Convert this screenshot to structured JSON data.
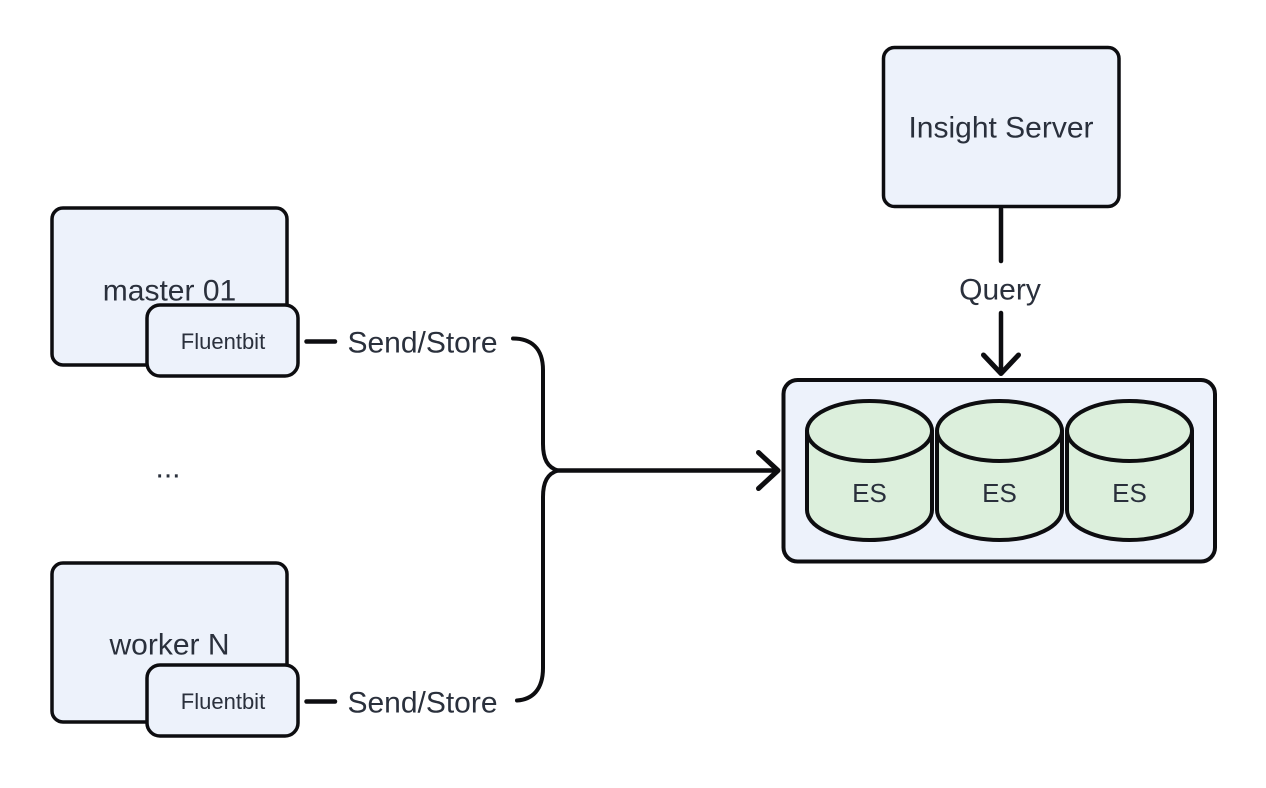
{
  "colors": {
    "node_fill": "#edf2fb",
    "database_fill": "#dcefdc",
    "stroke": "#0d0d10",
    "text": "#2a303c",
    "canvas": "#ffffff"
  },
  "nodes": {
    "master": {
      "label": "master 01"
    },
    "master_agent": {
      "label": "Fluentbit"
    },
    "ellipsis": {
      "label": "..."
    },
    "worker": {
      "label": "worker N"
    },
    "worker_agent": {
      "label": "Fluentbit"
    },
    "insight_server": {
      "label": "Insight Server"
    },
    "es_cluster": {
      "databases": [
        {
          "label": "ES"
        },
        {
          "label": "ES"
        },
        {
          "label": "ES"
        }
      ]
    }
  },
  "edges": {
    "send_store_top": {
      "label": "Send/Store"
    },
    "send_store_bottom": {
      "label": "Send/Store"
    },
    "query": {
      "label": "Query"
    }
  }
}
